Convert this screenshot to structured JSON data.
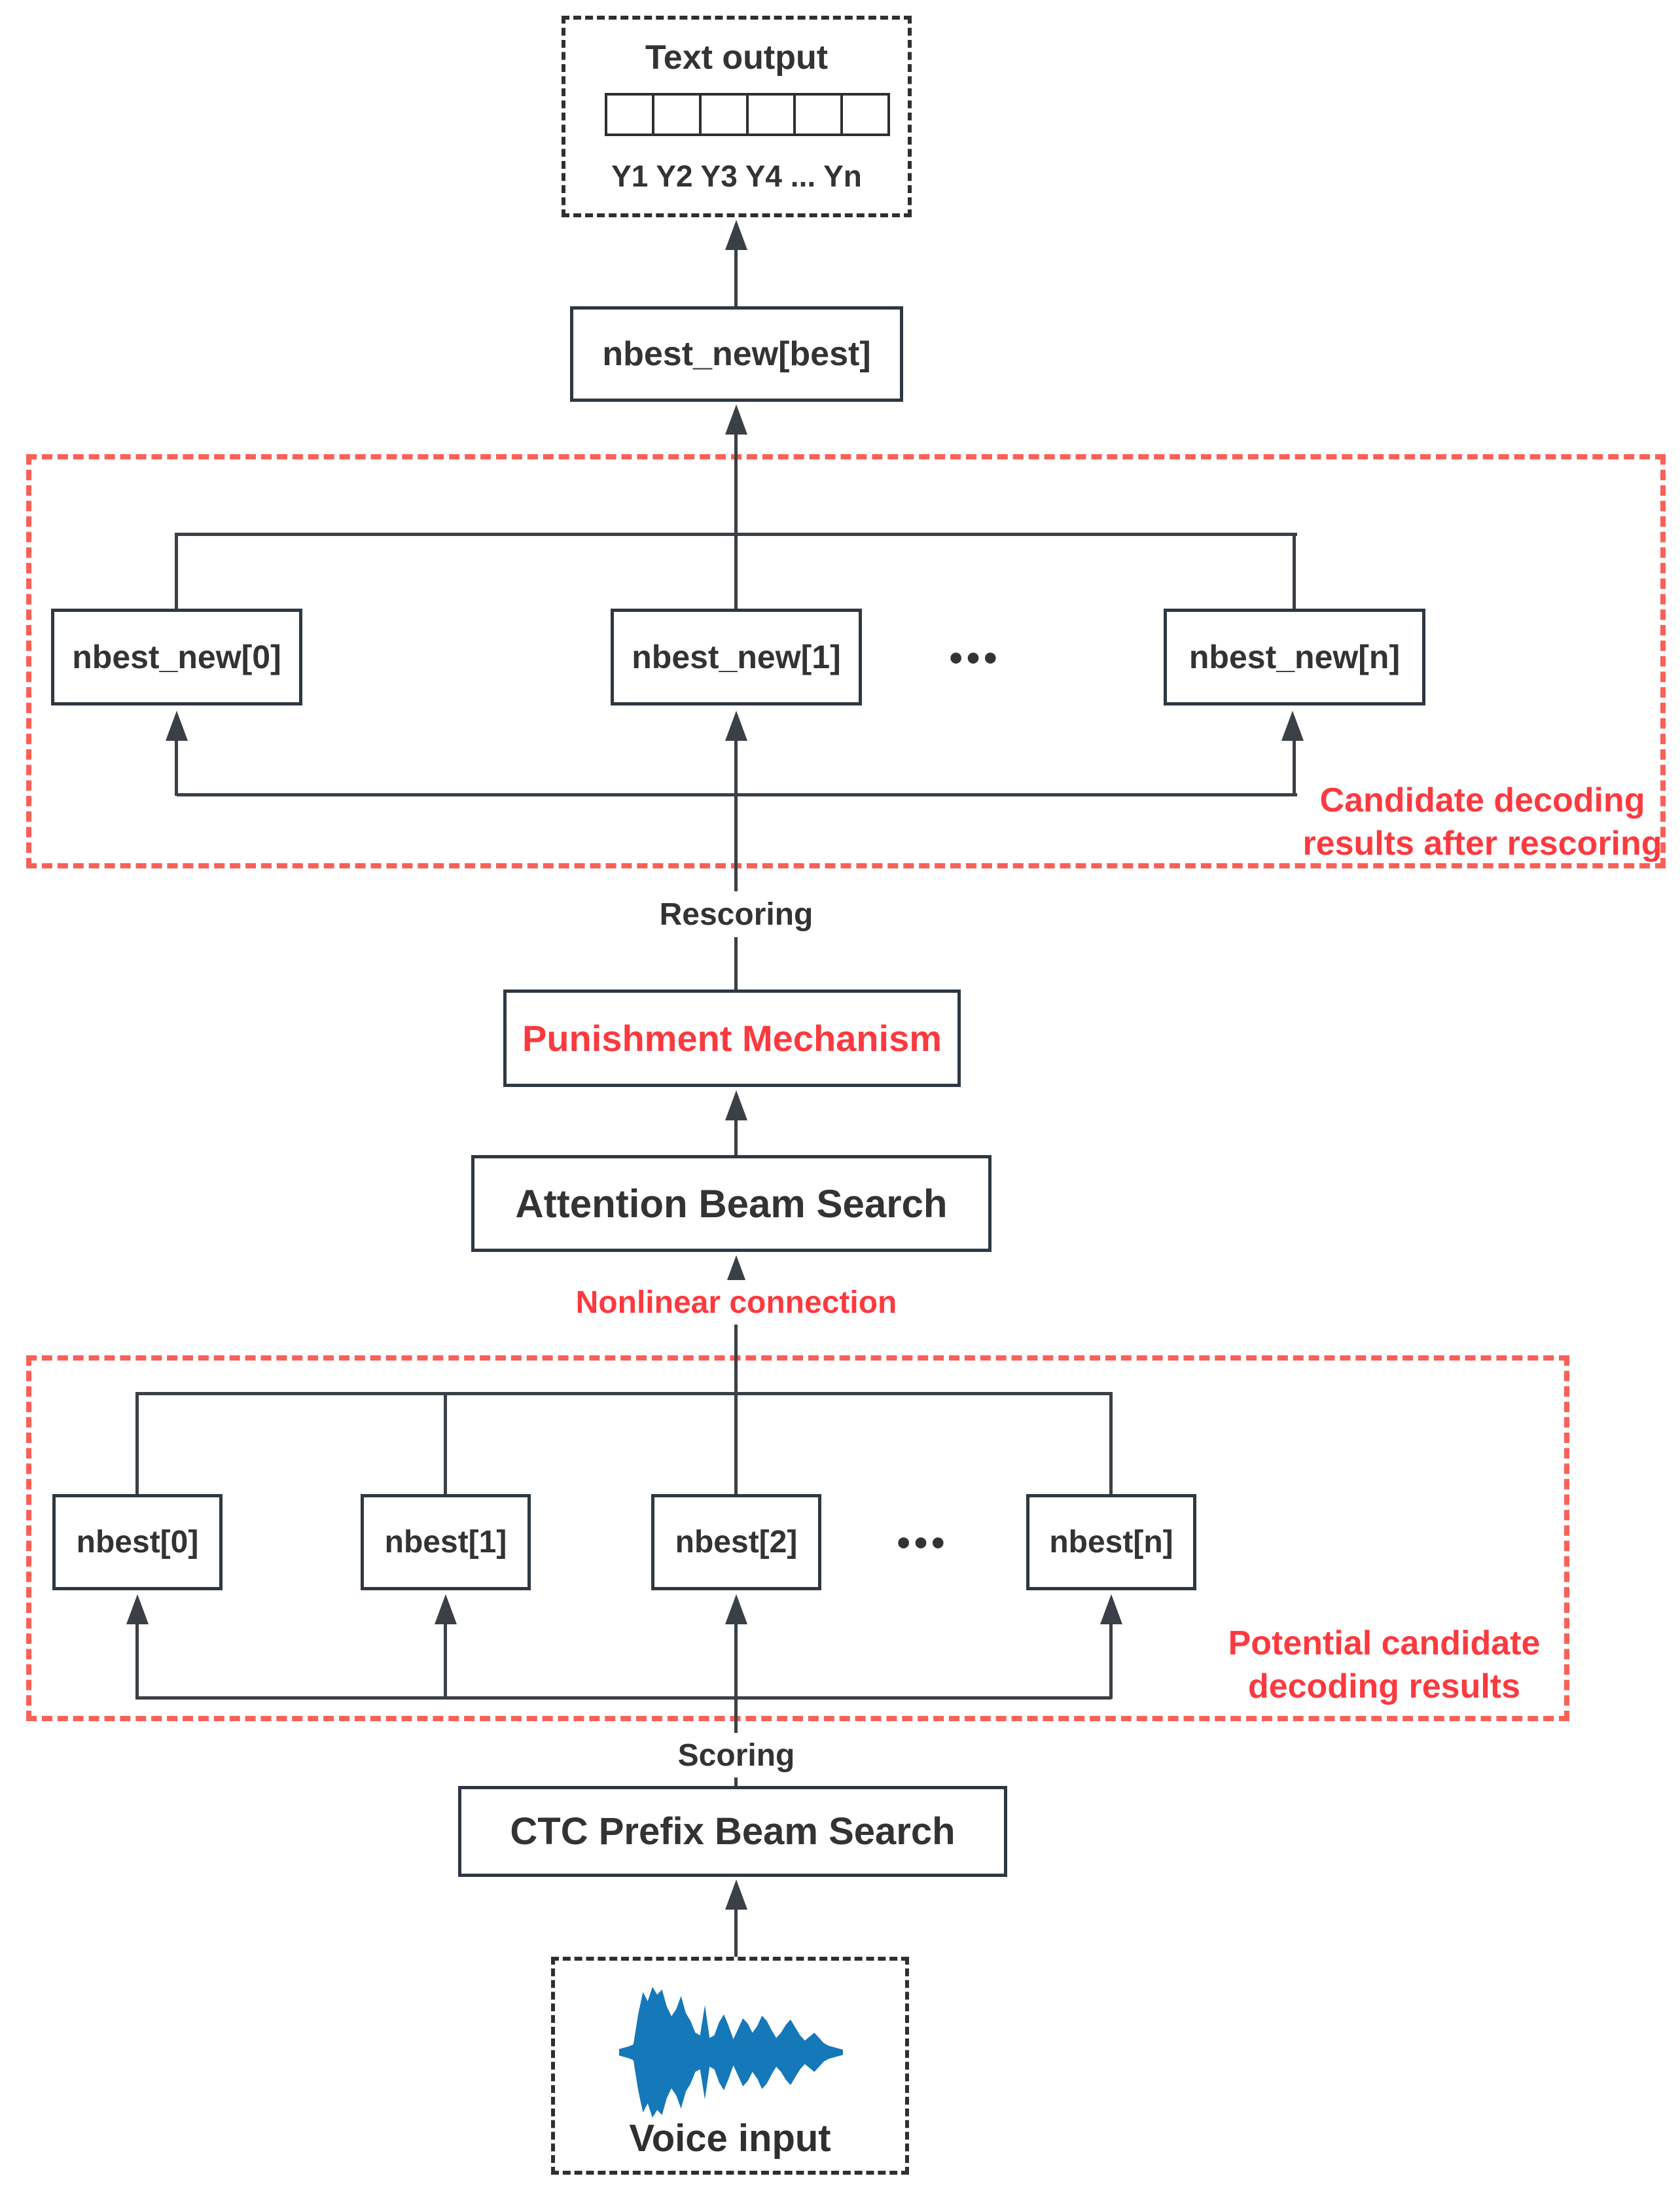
{
  "colors": {
    "line": "#3a4045",
    "box_border": "#2e3842",
    "text_dark": "#333333",
    "red_text": "#fb3a3f",
    "red_dash": "#f96058",
    "waveform_blue": "#1578b8"
  },
  "output_section": {
    "title": "Text output",
    "cell_count": 6,
    "token_labels": "Y1 Y2 Y3 Y4 ...  Yn"
  },
  "nodes": {
    "nbest_new_best": "nbest_new[best]",
    "nbest_new_0": "nbest_new[0]",
    "nbest_new_1": "nbest_new[1]",
    "nbest_new_n": "nbest_new[n]",
    "nbest_0": "nbest[0]",
    "nbest_1": "nbest[1]",
    "nbest_2": "nbest[2]",
    "nbest_n": "nbest[n]",
    "punishment_mechanism": "Punishment Mechanism",
    "attention_beam_search": "Attention Beam Search",
    "ctc_prefix_beam_search": "CTC Prefix Beam Search"
  },
  "labels": {
    "rescoring": "Rescoring",
    "scoring": "Scoring",
    "nonlinear_connection": "Nonlinear connection",
    "ellipsis": "•••",
    "candidate_zone_lines": [
      "Candidate decoding",
      "results after rescoring"
    ],
    "potential_zone_lines": [
      "Potential candidate",
      "decoding results"
    ]
  },
  "voice_input": {
    "label": "Voice input",
    "waveform_amplitudes": [
      5,
      7,
      9,
      12,
      58,
      92,
      78,
      100,
      88,
      96,
      70,
      55,
      66,
      86,
      60,
      48,
      30,
      26,
      72,
      22,
      26,
      46,
      58,
      40,
      20,
      36,
      52,
      44,
      30,
      40,
      56,
      48,
      34,
      22,
      30,
      42,
      50,
      38,
      26,
      18,
      24,
      30,
      22,
      14,
      10,
      8,
      6,
      4
    ]
  }
}
